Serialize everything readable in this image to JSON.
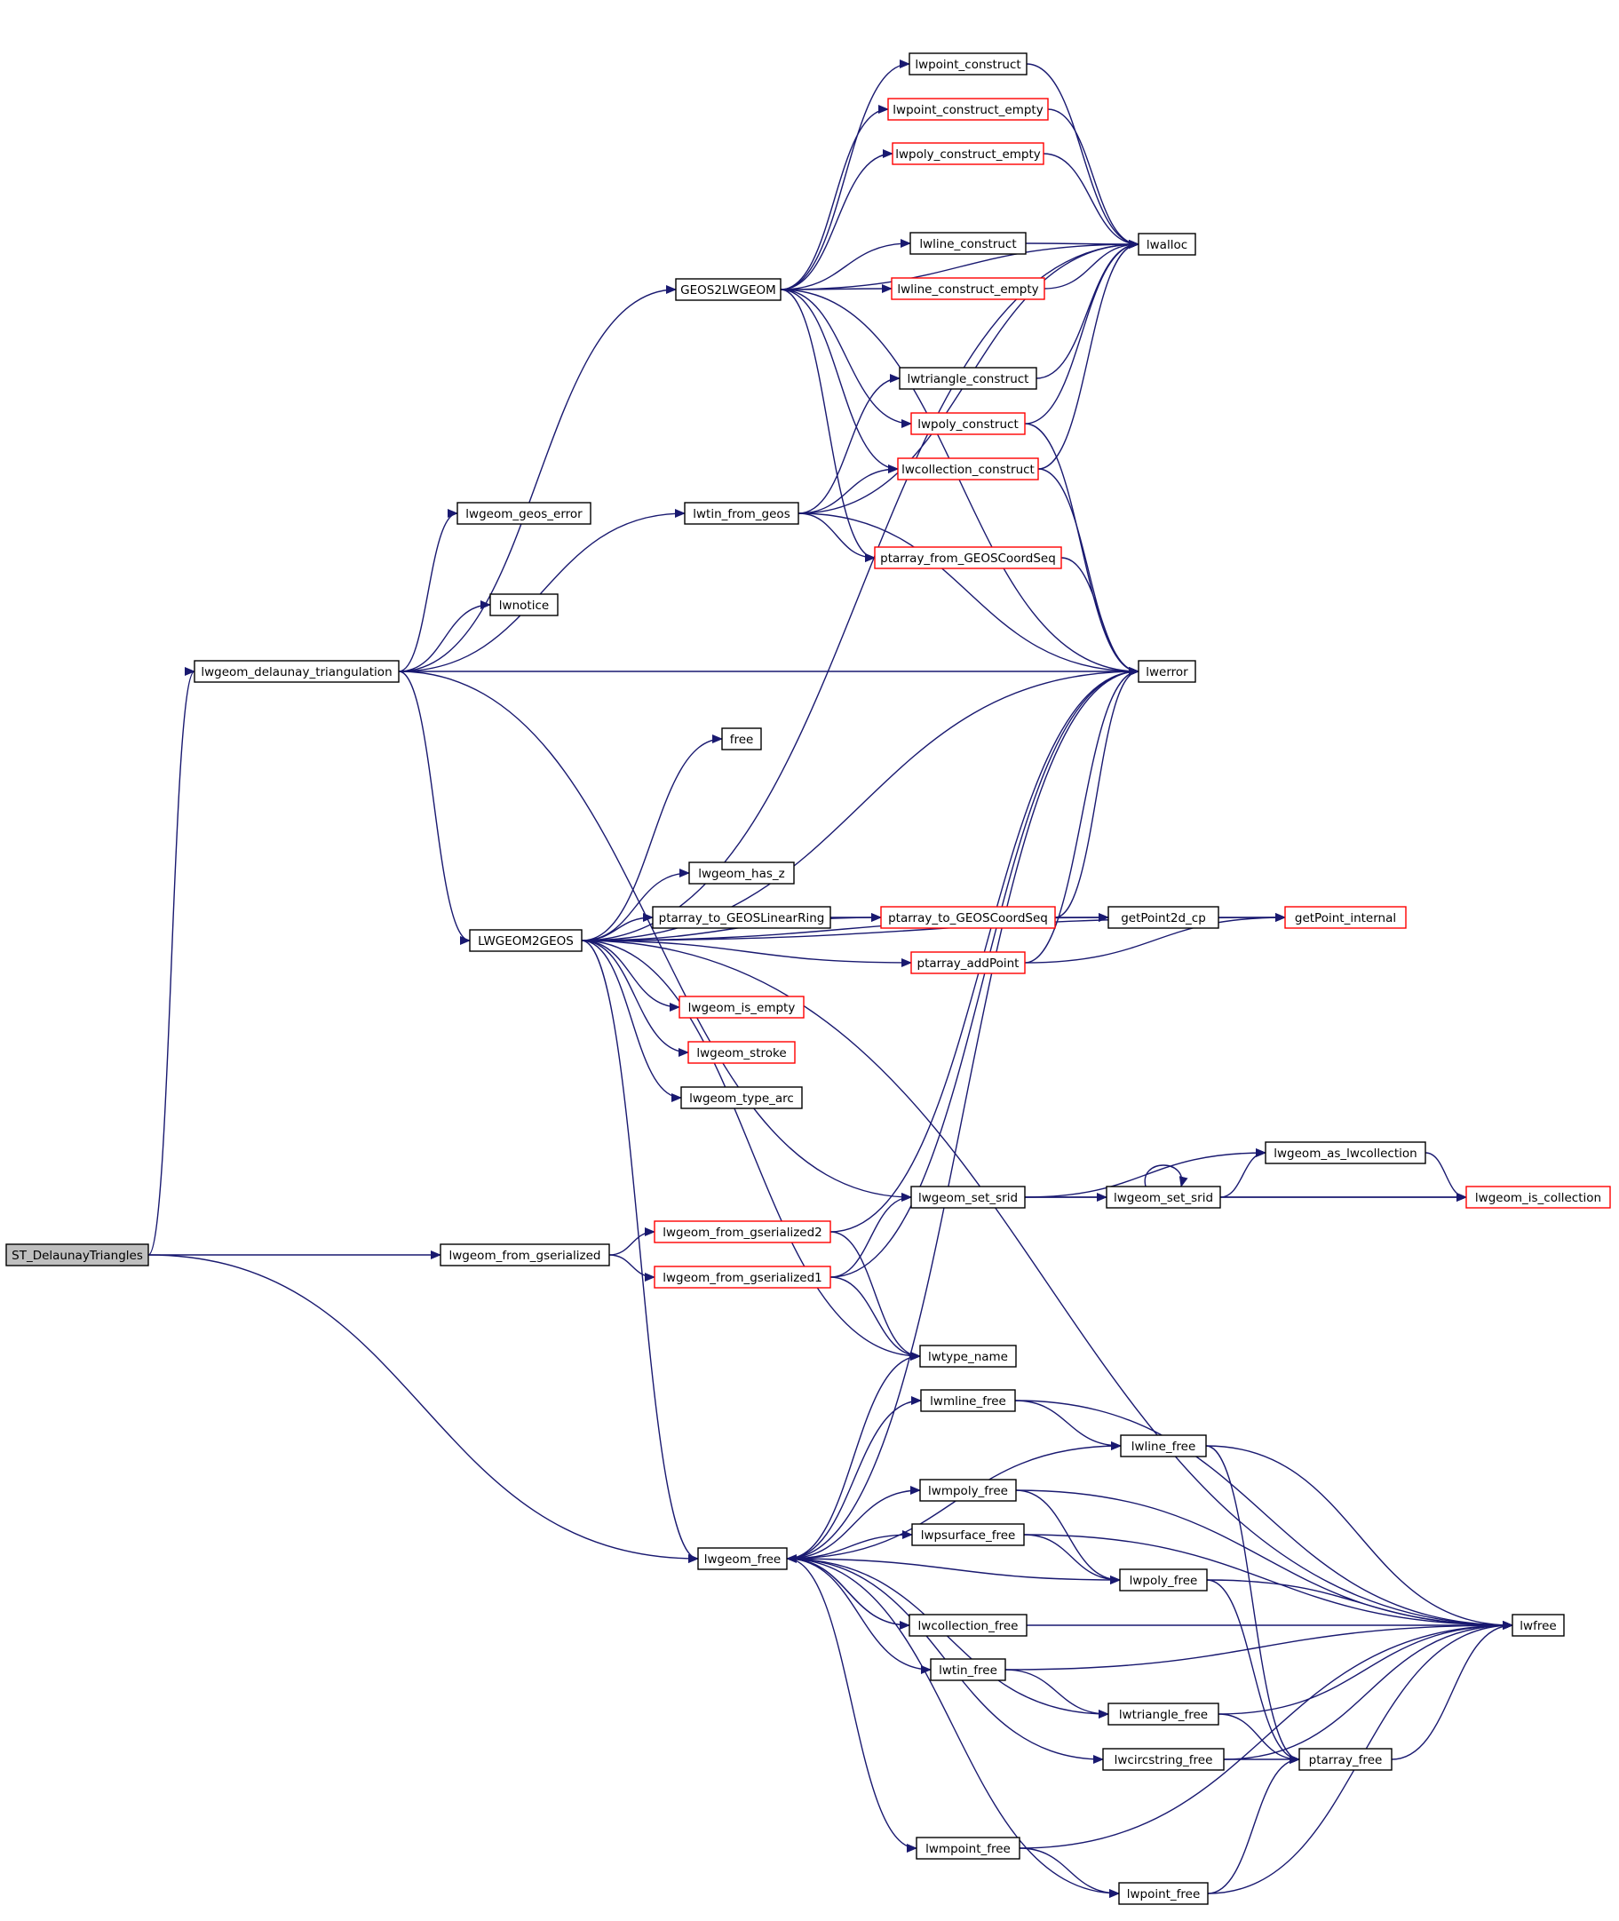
{
  "colors": {
    "edge": "#191970",
    "arrowhead": "#191970",
    "node_border_default": "#000000",
    "node_border_incomplete": "#ff0000",
    "node_fill": "#ffffff",
    "root_fill": "#bfbfbf"
  },
  "graph": {
    "root": "ST_DelaunayTriangles",
    "nodes": [
      {
        "id": "n1",
        "label": "ST_DelaunayTriangles",
        "border": "black",
        "root": true
      },
      {
        "id": "n2",
        "label": "lwgeom_delaunay_triangulation",
        "border": "black"
      },
      {
        "id": "n3",
        "label": "lwgeom_from_gserialized",
        "border": "black"
      },
      {
        "id": "n4",
        "label": "lwgeom_free",
        "border": "black"
      },
      {
        "id": "n5",
        "label": "lwgeom_geos_error",
        "border": "black"
      },
      {
        "id": "n6",
        "label": "lwnotice",
        "border": "black"
      },
      {
        "id": "n7",
        "label": "GEOS2LWGEOM",
        "border": "black"
      },
      {
        "id": "n8",
        "label": "lwtin_from_geos",
        "border": "black"
      },
      {
        "id": "n9",
        "label": "LWGEOM2GEOS",
        "border": "black"
      },
      {
        "id": "n10",
        "label": "lwpoint_construct",
        "border": "black"
      },
      {
        "id": "n11",
        "label": "lwpoint_construct_empty",
        "border": "red"
      },
      {
        "id": "n12",
        "label": "lwpoly_construct_empty",
        "border": "red"
      },
      {
        "id": "n13",
        "label": "lwline_construct",
        "border": "black"
      },
      {
        "id": "n14",
        "label": "lwline_construct_empty",
        "border": "red"
      },
      {
        "id": "n15",
        "label": "lwtriangle_construct",
        "border": "black"
      },
      {
        "id": "n16",
        "label": "lwpoly_construct",
        "border": "red"
      },
      {
        "id": "n17",
        "label": "lwcollection_construct",
        "border": "red"
      },
      {
        "id": "n18",
        "label": "ptarray_from_GEOSCoordSeq",
        "border": "red"
      },
      {
        "id": "n19",
        "label": "lwalloc",
        "border": "black"
      },
      {
        "id": "n20",
        "label": "lwerror",
        "border": "black"
      },
      {
        "id": "n21",
        "label": "free",
        "border": "black"
      },
      {
        "id": "n22",
        "label": "lwgeom_has_z",
        "border": "black"
      },
      {
        "id": "n23",
        "label": "ptarray_to_GEOSLinearRing",
        "border": "black"
      },
      {
        "id": "n24",
        "label": "ptarray_to_GEOSCoordSeq",
        "border": "red"
      },
      {
        "id": "n25",
        "label": "getPoint2d_cp",
        "border": "black"
      },
      {
        "id": "n26",
        "label": "getPoint_internal",
        "border": "red"
      },
      {
        "id": "n27",
        "label": "ptarray_addPoint",
        "border": "red"
      },
      {
        "id": "n28",
        "label": "lwgeom_is_empty",
        "border": "red"
      },
      {
        "id": "n29",
        "label": "lwgeom_stroke",
        "border": "red"
      },
      {
        "id": "n30",
        "label": "lwgeom_type_arc",
        "border": "black"
      },
      {
        "id": "n31",
        "label": "lwgeom_as_lwcollection",
        "border": "black"
      },
      {
        "id": "n32",
        "label": "lwgeom_set_srid",
        "border": "black"
      },
      {
        "id": "n33",
        "label": "lwgeom_set_srid",
        "border": "black"
      },
      {
        "id": "n34",
        "label": "lwgeom_is_collection",
        "border": "red"
      },
      {
        "id": "n35",
        "label": "lwgeom_from_gserialized2",
        "border": "red"
      },
      {
        "id": "n36",
        "label": "lwgeom_from_gserialized1",
        "border": "red"
      },
      {
        "id": "n37",
        "label": "lwtype_name",
        "border": "black"
      },
      {
        "id": "n38",
        "label": "lwmline_free",
        "border": "black"
      },
      {
        "id": "n39",
        "label": "lwline_free",
        "border": "black"
      },
      {
        "id": "n40",
        "label": "lwmpoly_free",
        "border": "black"
      },
      {
        "id": "n41",
        "label": "lwpsurface_free",
        "border": "black"
      },
      {
        "id": "n42",
        "label": "lwpoly_free",
        "border": "black"
      },
      {
        "id": "n43",
        "label": "lwcollection_free",
        "border": "black"
      },
      {
        "id": "n44",
        "label": "lwfree",
        "border": "black"
      },
      {
        "id": "n45",
        "label": "lwtin_free",
        "border": "black"
      },
      {
        "id": "n46",
        "label": "lwtriangle_free",
        "border": "black"
      },
      {
        "id": "n47",
        "label": "lwcircstring_free",
        "border": "black"
      },
      {
        "id": "n48",
        "label": "ptarray_free",
        "border": "black"
      },
      {
        "id": "n49",
        "label": "lwmpoint_free",
        "border": "black"
      },
      {
        "id": "n50",
        "label": "lwpoint_free",
        "border": "black"
      }
    ],
    "edges": [
      [
        "n1",
        "n2"
      ],
      [
        "n1",
        "n3"
      ],
      [
        "n1",
        "n4"
      ],
      [
        "n2",
        "n5"
      ],
      [
        "n2",
        "n6"
      ],
      [
        "n2",
        "n7"
      ],
      [
        "n2",
        "n8"
      ],
      [
        "n2",
        "n9"
      ],
      [
        "n2",
        "n20"
      ],
      [
        "n2",
        "n32"
      ],
      [
        "n7",
        "n10"
      ],
      [
        "n7",
        "n11"
      ],
      [
        "n7",
        "n12"
      ],
      [
        "n7",
        "n13"
      ],
      [
        "n7",
        "n14"
      ],
      [
        "n7",
        "n16"
      ],
      [
        "n7",
        "n17"
      ],
      [
        "n7",
        "n18"
      ],
      [
        "n7",
        "n19"
      ],
      [
        "n7",
        "n20"
      ],
      [
        "n8",
        "n15"
      ],
      [
        "n8",
        "n17"
      ],
      [
        "n8",
        "n18"
      ],
      [
        "n8",
        "n19"
      ],
      [
        "n8",
        "n20"
      ],
      [
        "n9",
        "n19"
      ],
      [
        "n9",
        "n21"
      ],
      [
        "n9",
        "n22"
      ],
      [
        "n9",
        "n23"
      ],
      [
        "n9",
        "n24"
      ],
      [
        "n9",
        "n26"
      ],
      [
        "n9",
        "n27"
      ],
      [
        "n9",
        "n28"
      ],
      [
        "n9",
        "n29"
      ],
      [
        "n9",
        "n30"
      ],
      [
        "n9",
        "n20"
      ],
      [
        "n9",
        "n25"
      ],
      [
        "n9",
        "n37"
      ],
      [
        "n9",
        "n44"
      ],
      [
        "n9",
        "n4"
      ],
      [
        "n10",
        "n19"
      ],
      [
        "n11",
        "n19"
      ],
      [
        "n12",
        "n19"
      ],
      [
        "n13",
        "n19"
      ],
      [
        "n14",
        "n19"
      ],
      [
        "n15",
        "n19"
      ],
      [
        "n16",
        "n19"
      ],
      [
        "n16",
        "n20"
      ],
      [
        "n17",
        "n19"
      ],
      [
        "n17",
        "n20"
      ],
      [
        "n18",
        "n20"
      ],
      [
        "n23",
        "n24"
      ],
      [
        "n24",
        "n25"
      ],
      [
        "n24",
        "n20"
      ],
      [
        "n25",
        "n26"
      ],
      [
        "n27",
        "n26"
      ],
      [
        "n27",
        "n20"
      ],
      [
        "n32",
        "n31"
      ],
      [
        "n32",
        "n33"
      ],
      [
        "n32",
        "n34"
      ],
      [
        "n33",
        "n31"
      ],
      [
        "n33",
        "n33"
      ],
      [
        "n33",
        "n34"
      ],
      [
        "n31",
        "n34"
      ],
      [
        "n3",
        "n35"
      ],
      [
        "n3",
        "n36"
      ],
      [
        "n35",
        "n20"
      ],
      [
        "n35",
        "n37"
      ],
      [
        "n36",
        "n20"
      ],
      [
        "n36",
        "n32"
      ],
      [
        "n36",
        "n37"
      ],
      [
        "n4",
        "n38"
      ],
      [
        "n4",
        "n39"
      ],
      [
        "n4",
        "n40"
      ],
      [
        "n4",
        "n41"
      ],
      [
        "n4",
        "n42"
      ],
      [
        "n4",
        "n43"
      ],
      [
        "n4",
        "n45"
      ],
      [
        "n4",
        "n46"
      ],
      [
        "n4",
        "n47"
      ],
      [
        "n4",
        "n49"
      ],
      [
        "n4",
        "n50"
      ],
      [
        "n4",
        "n37"
      ],
      [
        "n4",
        "n20"
      ],
      [
        "n38",
        "n39"
      ],
      [
        "n38",
        "n44"
      ],
      [
        "n39",
        "n48"
      ],
      [
        "n39",
        "n44"
      ],
      [
        "n40",
        "n42"
      ],
      [
        "n40",
        "n44"
      ],
      [
        "n41",
        "n42"
      ],
      [
        "n41",
        "n44"
      ],
      [
        "n42",
        "n48"
      ],
      [
        "n42",
        "n44"
      ],
      [
        "n43",
        "n4"
      ],
      [
        "n43",
        "n44"
      ],
      [
        "n45",
        "n46"
      ],
      [
        "n45",
        "n44"
      ],
      [
        "n46",
        "n48"
      ],
      [
        "n46",
        "n44"
      ],
      [
        "n47",
        "n48"
      ],
      [
        "n47",
        "n44"
      ],
      [
        "n48",
        "n44"
      ],
      [
        "n49",
        "n50"
      ],
      [
        "n49",
        "n44"
      ],
      [
        "n50",
        "n48"
      ],
      [
        "n50",
        "n44"
      ]
    ]
  }
}
